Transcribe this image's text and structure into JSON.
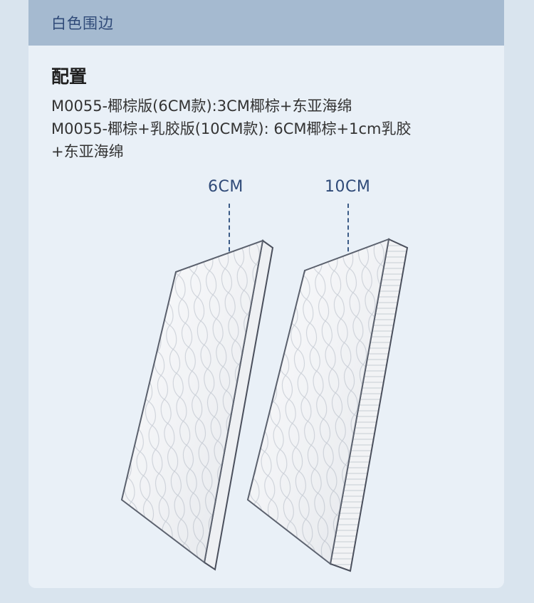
{
  "header": {
    "title": "白色围边"
  },
  "config": {
    "heading": "配置",
    "lines": [
      "M0055-椰棕版(6CM款):3CM椰棕+东亚海绵",
      "M0055-椰棕+乳胶版(10CM款): 6CM椰棕+1cm乳胶",
      "+东亚海绵"
    ]
  },
  "products": [
    {
      "thickness_label": "6CM"
    },
    {
      "thickness_label": "10CM"
    }
  ]
}
